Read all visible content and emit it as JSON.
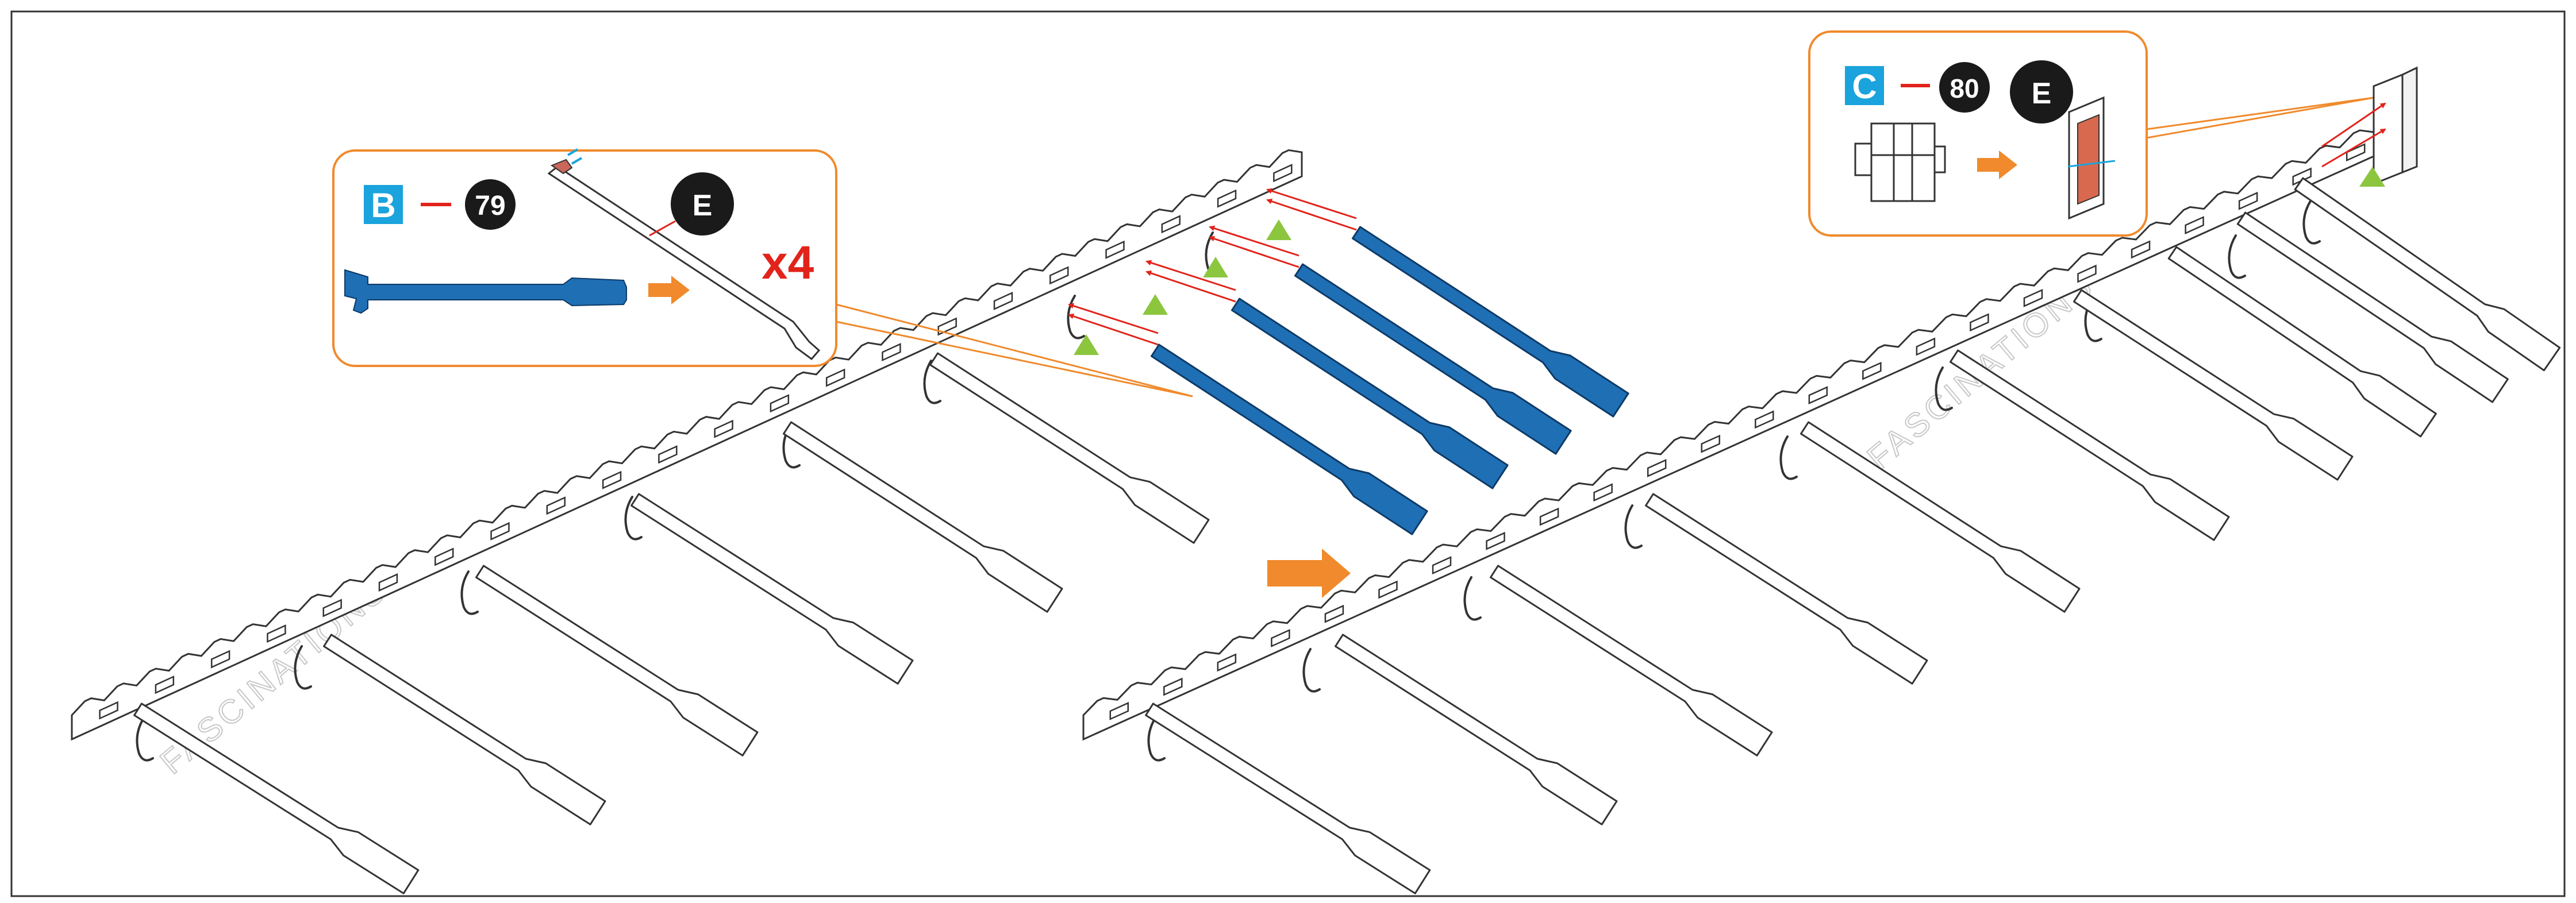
{
  "colors": {
    "part_blue": "#1f6fb5",
    "callout_orange": "#f08a2c",
    "arrow_red": "#e2231a",
    "marker_green": "#8cc63f",
    "label_cyan": "#1aa3dc",
    "badge_black": "#1a1a1a",
    "line_dark": "#333333"
  },
  "callout_b": {
    "part_letter": "B",
    "part_number": "79",
    "fastener_letter": "E",
    "quantity": "x4"
  },
  "callout_c": {
    "part_letter": "C",
    "part_number": "80",
    "fastener_letter": "E"
  },
  "watermark": "FASCINATIONS",
  "icons": [
    "progress-arrow-icon",
    "insert-direction-arrow-icon",
    "alignment-marker-icon"
  ]
}
